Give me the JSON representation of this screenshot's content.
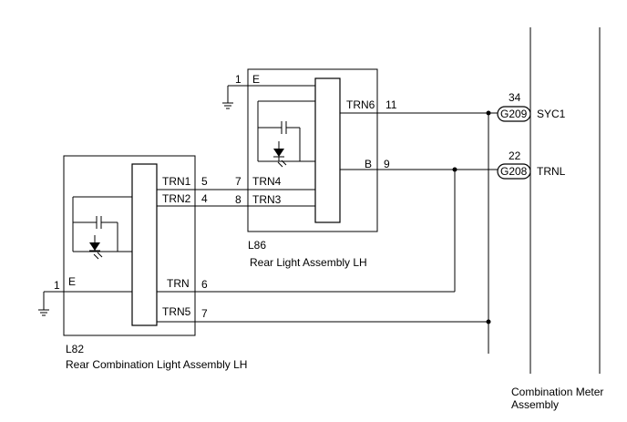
{
  "colors": {
    "wire": "#000000",
    "background": "#ffffff"
  },
  "l86": {
    "code": "L86",
    "name": "Rear Light Assembly LH",
    "pins": {
      "e": "E",
      "trn6": "TRN6",
      "trn4": "TRN4",
      "trn3": "TRN3",
      "b": "B"
    },
    "pin_numbers": {
      "e": "1",
      "trn6": "11",
      "trn4": "7",
      "trn3": "8",
      "b": "9"
    }
  },
  "l82": {
    "code": "L82",
    "name": "Rear Combination Light Assembly LH",
    "pins": {
      "trn1": "TRN1",
      "trn2": "TRN2",
      "e": "E",
      "trn": "TRN",
      "trn5": "TRN5"
    },
    "pin_numbers": {
      "trn1": "5",
      "trn2": "4",
      "e": "1",
      "trn": "6",
      "trn5": "7"
    }
  },
  "meter": {
    "name_line1": "Combination Meter",
    "name_line2": "Assembly",
    "connectors": [
      {
        "id": "G209",
        "pin": "34",
        "signal": "SYC1"
      },
      {
        "id": "G208",
        "pin": "22",
        "signal": "TRNL"
      }
    ]
  }
}
